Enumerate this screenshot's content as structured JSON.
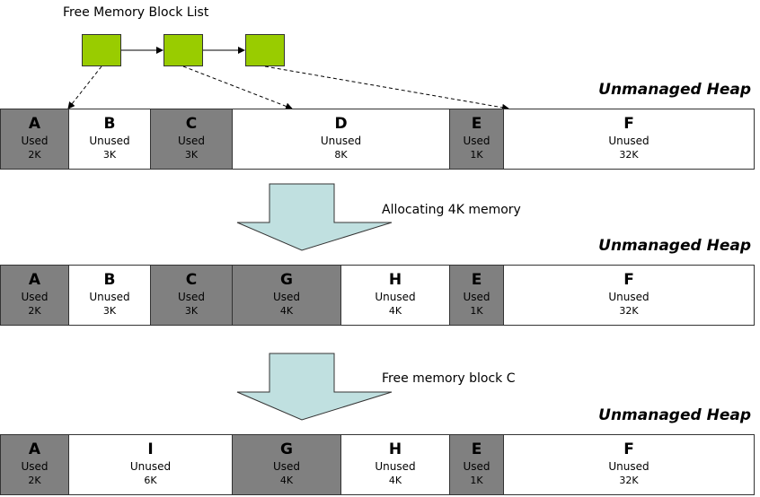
{
  "free_list": {
    "title": "Free Memory Block List",
    "node_color": "#99cc00"
  },
  "heap_label": "Unmanaged Heap",
  "colors": {
    "used": "#808080",
    "unused": "#ffffff",
    "arrow": "#c0e0e0"
  },
  "steps": [
    {
      "label": "Allocating 4K memory"
    },
    {
      "label": "Free memory block C"
    }
  ],
  "heaps": [
    {
      "blocks": [
        {
          "name": "A",
          "status": "Used",
          "size": "2K"
        },
        {
          "name": "B",
          "status": "Unused",
          "size": "3K"
        },
        {
          "name": "C",
          "status": "Used",
          "size": "3K"
        },
        {
          "name": "D",
          "status": "Unused",
          "size": "8K"
        },
        {
          "name": "E",
          "status": "Used",
          "size": "1K"
        },
        {
          "name": "F",
          "status": "Unused",
          "size": "32K"
        }
      ]
    },
    {
      "blocks": [
        {
          "name": "A",
          "status": "Used",
          "size": "2K"
        },
        {
          "name": "B",
          "status": "Unused",
          "size": "3K"
        },
        {
          "name": "C",
          "status": "Used",
          "size": "3K"
        },
        {
          "name": "G",
          "status": "Used",
          "size": "4K"
        },
        {
          "name": "H",
          "status": "Unused",
          "size": "4K"
        },
        {
          "name": "E",
          "status": "Used",
          "size": "1K"
        },
        {
          "name": "F",
          "status": "Unused",
          "size": "32K"
        }
      ]
    },
    {
      "blocks": [
        {
          "name": "A",
          "status": "Used",
          "size": "2K"
        },
        {
          "name": "I",
          "status": "Unused",
          "size": "6K"
        },
        {
          "name": "G",
          "status": "Used",
          "size": "4K"
        },
        {
          "name": "H",
          "status": "Unused",
          "size": "4K"
        },
        {
          "name": "E",
          "status": "Used",
          "size": "1K"
        },
        {
          "name": "F",
          "status": "Unused",
          "size": "32K"
        }
      ]
    }
  ]
}
